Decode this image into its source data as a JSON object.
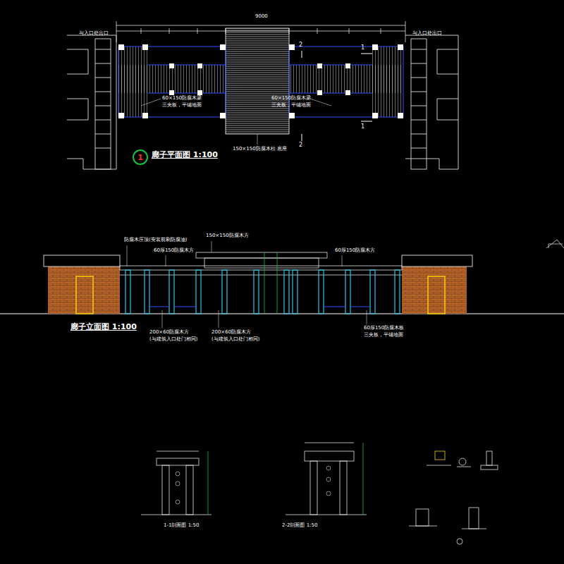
{
  "diagram": {
    "nodes": [
      {
        "text": [
          "1"
        ]
      }
    ],
    "labels": [
      "廊子平面图 1:100",
      "廊子立面图 1:100",
      "1-1剖面图 1:50",
      "2-2剖面图 1:50",
      "9000",
      "1",
      "1",
      "2",
      "2",
      "与入口处出口",
      "与入口处出口",
      "60×150防腐木梁",
      "三夹板，平铺地面",
      "60×150防腐木梁",
      "三夹板，平铺地面",
      "150×150防腐木柱 底座",
      "防腐木压顶(安装前刷防腐油)",
      "150×150防腐木方",
      "60厚150防腐木方",
      "60厚150防腐木方",
      "200×60防腐木方",
      "(与建筑入口处门相同)",
      "200×60防腐木方",
      "(与建筑入口处门相同)",
      "60厚150防腐木板",
      "三夹板，平铺地面"
    ]
  }
}
